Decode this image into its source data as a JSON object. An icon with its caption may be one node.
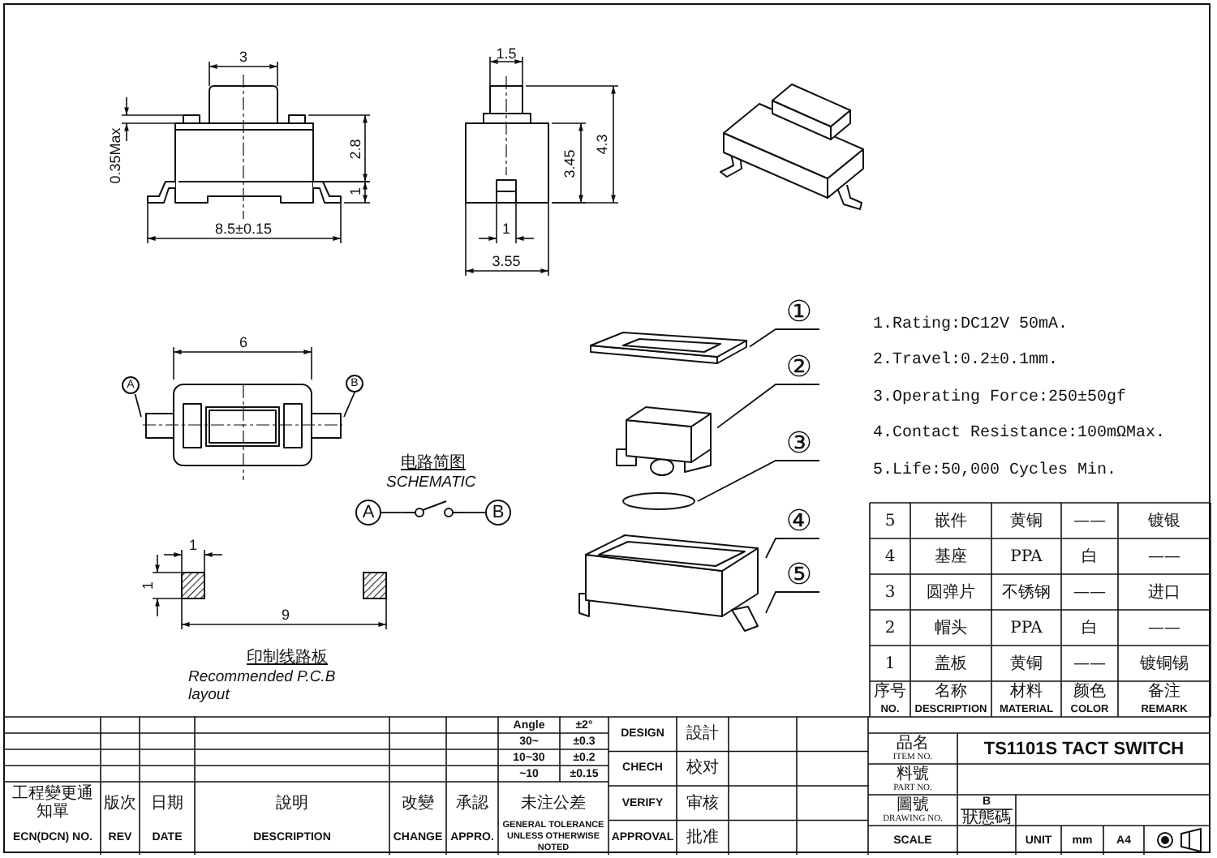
{
  "diagram": {
    "nodes": [
      {
        "text": [
          "①"
        ]
      },
      {
        "text": [],
        "shape": "picture"
      },
      {
        "text": [
          "②"
        ]
      },
      {
        "text": [],
        "shape": "picture"
      },
      {
        "text": [
          "③"
        ]
      },
      {
        "text": [],
        "shape": "circle"
      },
      {
        "text": [
          "④"
        ]
      },
      {
        "text": [],
        "shape": "picture"
      },
      {
        "text": [
          "⑤"
        ]
      },
      {
        "text": [
          "A"
        ]
      },
      {
        "text": [],
        "shape": "picture"
      },
      {
        "text": [
          "B"
        ]
      },
      {
        "text": [
          "A"
        ]
      },
      {
        "text": [
          "B"
        ]
      },
      {
        "text": [],
        "shape": "picture"
      }
    ],
    "edges": [
      {
        "from": 0,
        "to": 1,
        "arrow": "none"
      },
      {
        "from": 2,
        "to": 3,
        "arrow": "none"
      },
      {
        "from": 4,
        "to": 5,
        "arrow": "none"
      },
      {
        "from": 6,
        "to": 7,
        "arrow": "none"
      },
      {
        "from": 8,
        "to": 7,
        "arrow": "none"
      },
      {
        "from": 9,
        "to": 10,
        "arrow": "none"
      },
      {
        "from": 10,
        "to": 11,
        "arrow": "none"
      },
      {
        "from": 12,
        "to": 14,
        "arrow": "none"
      },
      {
        "from": 13,
        "to": 14,
        "arrow": "none"
      }
    ],
    "labels": [
      "3",
      "0.35Max",
      "2.8",
      "1",
      "8.5±0.15",
      "1.5",
      "4.3",
      "3.45",
      "1",
      "3.55",
      "6",
      "1",
      "1",
      "9",
      "电路简图",
      "SCHEMATIC",
      "印制线路板",
      "Recommended P.C.B layout",
      "1.Rating:DC12V 50mA.",
      "2.Travel:0.2±0.1mm.",
      "3.Operating Force:250±50gf",
      "4.Contact Resistance:100mΩMax.",
      "5.Life:50,000 Cycles Min.",
      "5",
      "嵌件",
      "黄铜",
      "——",
      "镀银",
      "4",
      "基座",
      "PPA",
      "白",
      "——",
      "3",
      "圆弹片",
      "不锈钢",
      "——",
      "进口",
      "2",
      "帽头",
      "PPA",
      "白",
      "——",
      "1",
      "盖板",
      "黄铜",
      "——",
      "镀铜锡",
      "序号",
      "NO.",
      "名称",
      "DESCRIPTION",
      "材料",
      "MATERIAL",
      "颜色",
      "COLOR",
      "备注",
      "REMARK",
      "Angle",
      "±2°",
      "30~",
      "±0.3",
      "10~30",
      "±0.2",
      "~10",
      "±0.15",
      "工程變更通知單",
      "ECN(DCN) NO.",
      "版次",
      "REV",
      "日期",
      "DATE",
      "說明",
      "DESCRIPTION",
      "改變",
      "CHANGE",
      "承認",
      "APPRO.",
      "未注公差",
      "GENERAL TOLERANCE UNLESS OTHERWISE NOTED",
      "DESIGN",
      "設計",
      "CHECH",
      "校对",
      "VERIFY",
      "审核",
      "APPROVAL",
      "批准",
      "品名",
      "ITEM NO.",
      "TS1101S TACT SWITCH",
      "料號",
      "PART NO.",
      "圖號",
      "DRAWING NO.",
      "B",
      "狀態碼",
      "SCALE",
      "UNIT",
      "mm",
      "A4"
    ]
  }
}
